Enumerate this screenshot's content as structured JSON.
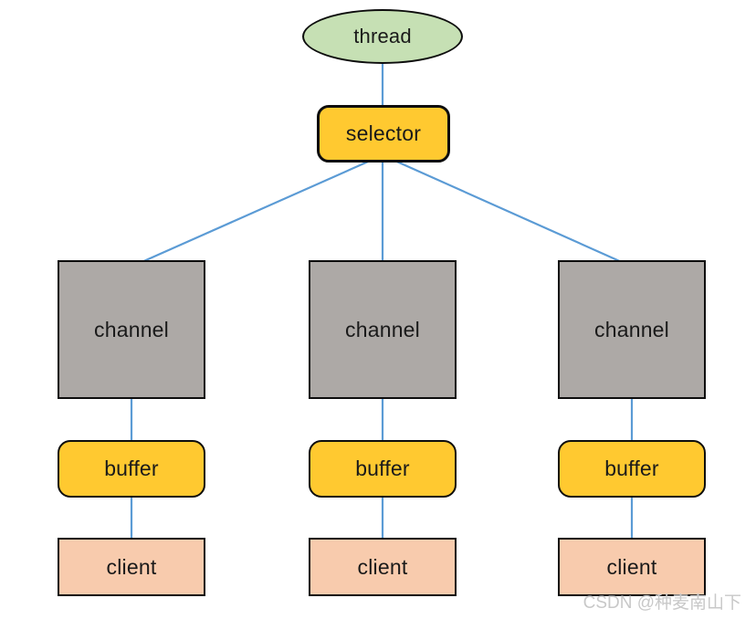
{
  "diagram": {
    "thread_label": "thread",
    "selector_label": "selector",
    "columns": [
      {
        "channel_label": "channel",
        "buffer_label": "buffer",
        "client_label": "client"
      },
      {
        "channel_label": "channel",
        "buffer_label": "buffer",
        "client_label": "client"
      },
      {
        "channel_label": "channel",
        "buffer_label": "buffer",
        "client_label": "client"
      }
    ]
  },
  "watermark": {
    "text": "CSDN @种麦南山下"
  },
  "colors": {
    "node-green": "#C6E0B4",
    "node-gold": "#FFC930",
    "node-gray": "#ADA9A6",
    "node-peach": "#F8CBAD",
    "line-blue": "#5B9BD5",
    "border-black": "#0D0D0D",
    "text-dark": "#1A1A1A",
    "watermark-gray": "#C8C8C8"
  }
}
